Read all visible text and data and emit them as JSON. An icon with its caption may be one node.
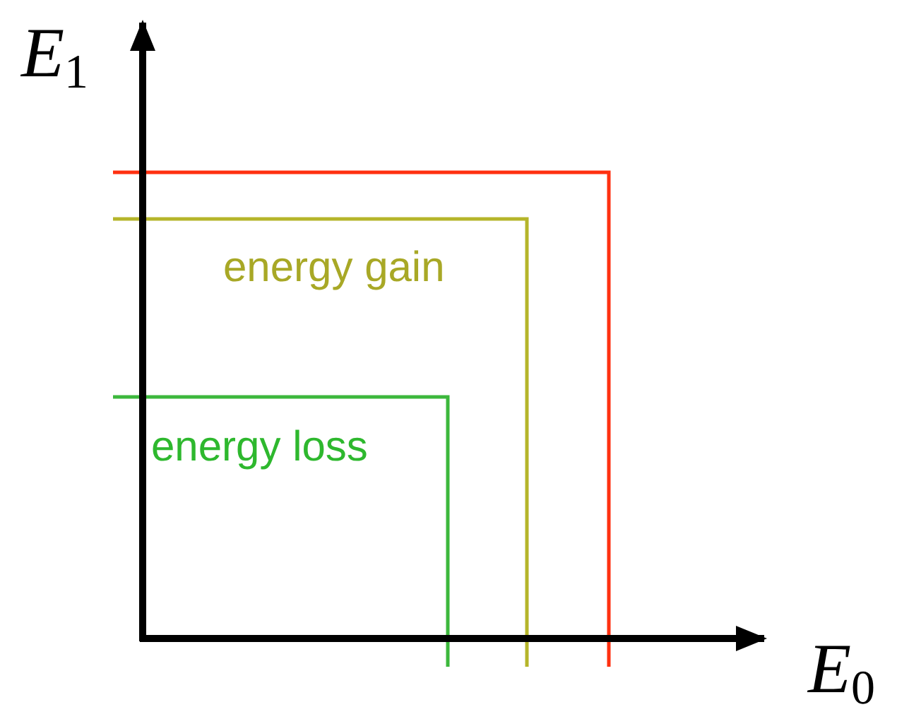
{
  "diagram": {
    "labels": [
      "*E*$_{1}$",
      "energy gain",
      "energy loss",
      "*E*$_{0}$"
    ]
  }
}
